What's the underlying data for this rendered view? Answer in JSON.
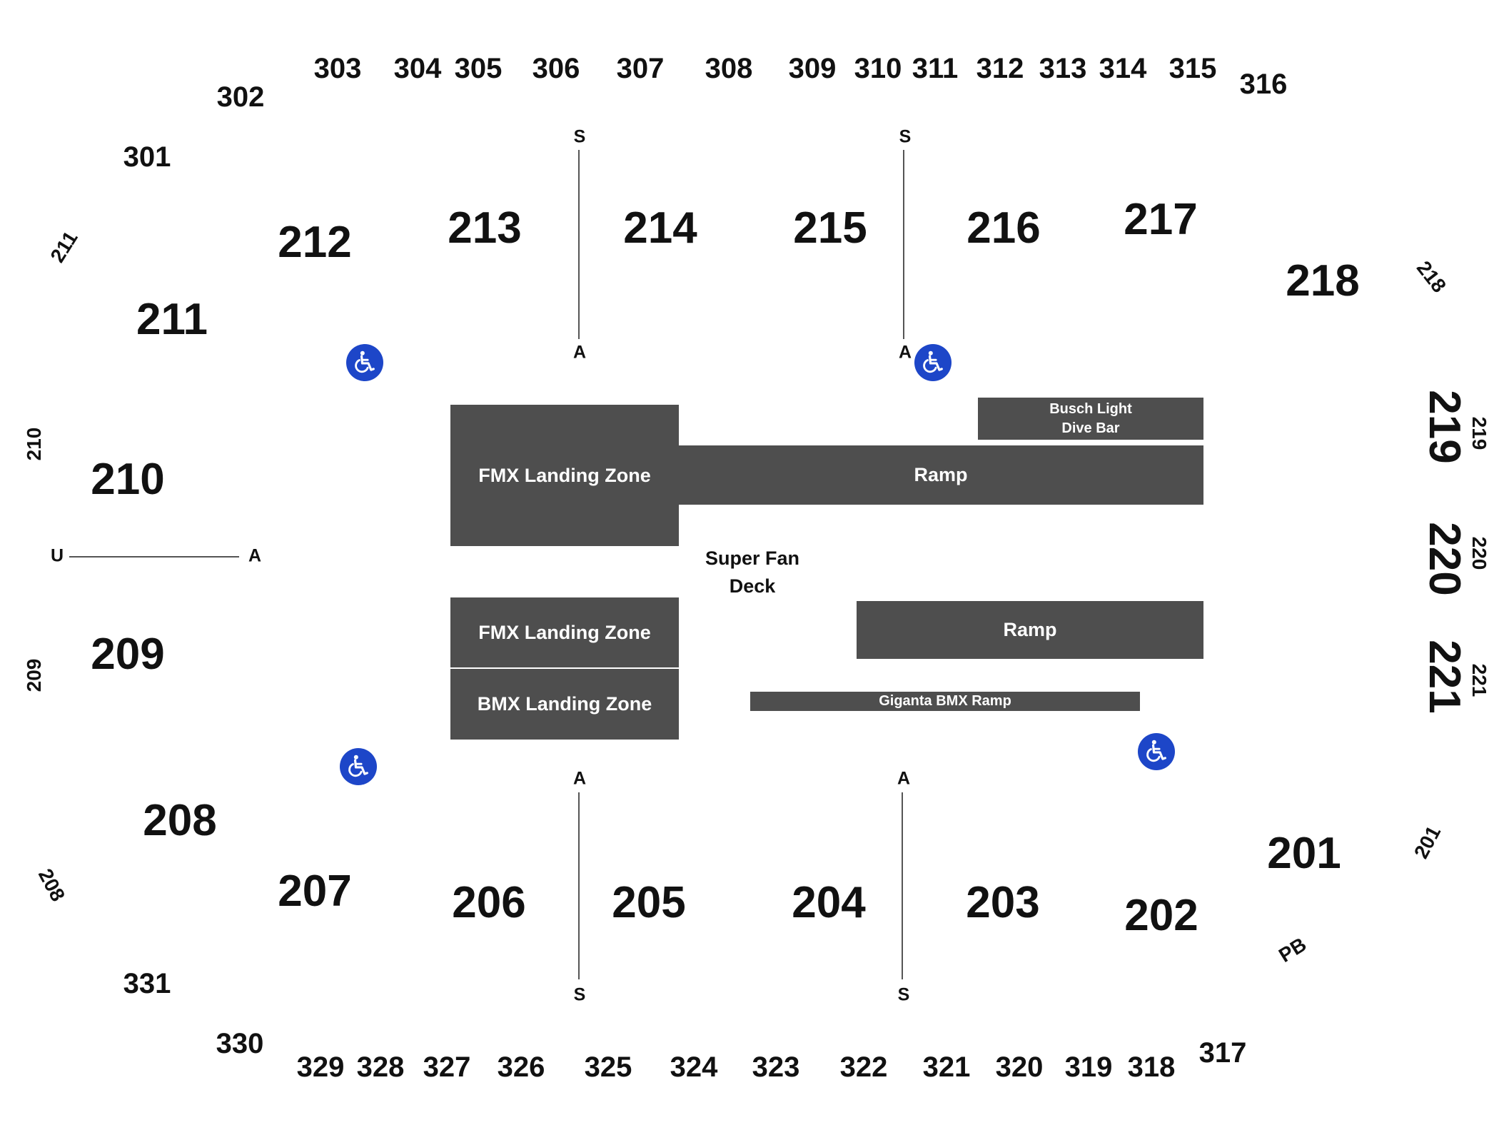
{
  "upper_sections_top": [
    "303",
    "304",
    "305",
    "306",
    "307",
    "308",
    "309",
    "310",
    "311",
    "312",
    "313",
    "314",
    "315",
    "316",
    "302",
    "301"
  ],
  "upper_sections_bottom": [
    "329",
    "328",
    "327",
    "326",
    "325",
    "324",
    "323",
    "322",
    "321",
    "320",
    "319",
    "318",
    "317",
    "330",
    "331"
  ],
  "lower_sections": [
    "212",
    "213",
    "214",
    "215",
    "216",
    "217",
    "218",
    "211",
    "210",
    "209",
    "208",
    "207",
    "206",
    "205",
    "204",
    "203",
    "202",
    "201"
  ],
  "side_sections_large": [
    "219",
    "220",
    "221"
  ],
  "small_side_labels": [
    "211",
    "210",
    "209",
    "208",
    "218",
    "219",
    "220",
    "221",
    "201"
  ],
  "aisle_letters": {
    "s": "S",
    "a": "A",
    "u": "U"
  },
  "pb_label": "PB",
  "floor": {
    "fmx_landing_zone": "FMX Landing Zone",
    "bmx_landing_zone": "BMX Landing Zone",
    "ramp": "Ramp",
    "busch_light": "Busch Light",
    "dive_bar": "Dive Bar",
    "super_fan": "Super Fan",
    "deck": "Deck",
    "giganta_bmx_ramp": "Giganta BMX Ramp"
  },
  "icons": {
    "accessible": "wheelchair-icon"
  },
  "colors": {
    "floor_block": "#4e4e4e",
    "accessible": "#1d46c8",
    "text": "#111111"
  }
}
